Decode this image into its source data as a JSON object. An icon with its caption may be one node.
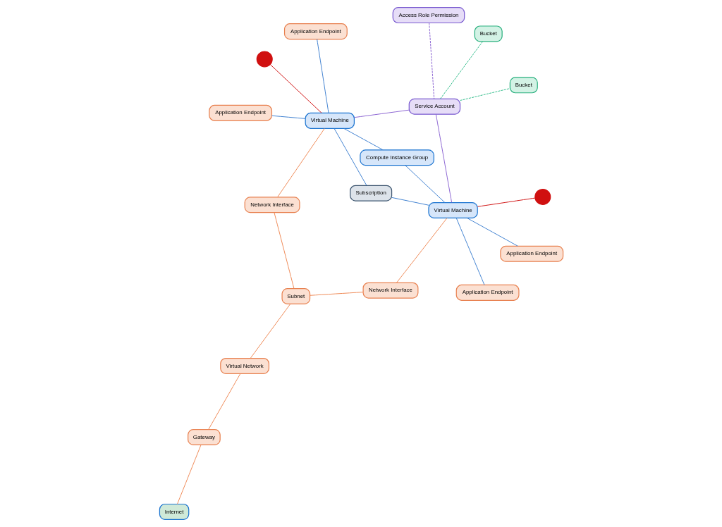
{
  "diagram": {
    "nodes": [
      {
        "text": [
          "Application Endpoint"
        ]
      },
      {
        "text": [],
        "shape": "circle"
      },
      {
        "text": [
          "Application Endpoint"
        ]
      },
      {
        "text": [
          "Virtual Machine"
        ]
      },
      {
        "text": [
          "Network Interface"
        ]
      },
      {
        "text": [
          "Subnet"
        ]
      },
      {
        "text": [
          "Virtual Network"
        ]
      },
      {
        "text": [
          "Gateway"
        ]
      },
      {
        "text": [
          "Internet"
        ]
      },
      {
        "text": [
          "Compute Instance Group"
        ]
      },
      {
        "text": [
          "Subscription"
        ]
      },
      {
        "text": [
          "Access Role Permission"
        ]
      },
      {
        "text": [
          "Service Account"
        ]
      },
      {
        "text": [
          "Bucket"
        ]
      },
      {
        "text": [
          "Virtual Machine"
        ]
      },
      {
        "text": [
          "Network Interface"
        ]
      },
      {
        "text": [
          "Bucket"
        ]
      },
      {
        "text": [
          "Application Endpoint"
        ]
      },
      {
        "text": [
          "Application Endpoint"
        ]
      },
      {
        "text": [],
        "shape": "circle"
      }
    ],
    "edges": [
      {
        "from": 0,
        "to": 3,
        "arrow": "none"
      },
      {
        "from": 1,
        "to": 3,
        "arrow": "none",
        "color": "#d01010"
      },
      {
        "from": 2,
        "to": 3,
        "arrow": "none"
      },
      {
        "from": 3,
        "to": 4,
        "arrow": "none",
        "color": "#ee8855"
      },
      {
        "from": 4,
        "to": 5,
        "arrow": "none",
        "color": "#ee8855"
      },
      {
        "from": 5,
        "to": 6,
        "arrow": "none",
        "color": "#ee8855"
      },
      {
        "from": 6,
        "to": 7,
        "arrow": "none",
        "color": "#ee8855"
      },
      {
        "from": 7,
        "to": 8,
        "arrow": "none",
        "color": "#ee8855"
      },
      {
        "from": 3,
        "to": 9,
        "arrow": "none"
      },
      {
        "from": 3,
        "to": 10,
        "arrow": "none"
      },
      {
        "from": 3,
        "to": 12,
        "arrow": "none",
        "color": "#8a63d2"
      },
      {
        "from": 10,
        "to": 14,
        "arrow": "none"
      },
      {
        "from": 9,
        "to": 14,
        "arrow": "none"
      },
      {
        "from": 11,
        "to": 12,
        "arrow": "none",
        "style": "dashed",
        "color": "#8a63d2"
      },
      {
        "from": 12,
        "to": 13,
        "arrow": "none",
        "style": "dashed",
        "color": "#2dbb88"
      },
      {
        "from": 12,
        "to": 16,
        "arrow": "none",
        "style": "dashed",
        "color": "#2dbb88"
      },
      {
        "from": 12,
        "to": 14,
        "arrow": "none",
        "color": "#8a63d2"
      },
      {
        "from": 14,
        "to": 15,
        "arrow": "none",
        "color": "#ee8855"
      },
      {
        "from": 15,
        "to": 5,
        "arrow": "none",
        "color": "#ee8855"
      },
      {
        "from": 14,
        "to": 17,
        "arrow": "none"
      },
      {
        "from": 14,
        "to": 18,
        "arrow": "none"
      },
      {
        "from": 14,
        "to": 19,
        "arrow": "none",
        "color": "#d01010"
      }
    ]
  }
}
